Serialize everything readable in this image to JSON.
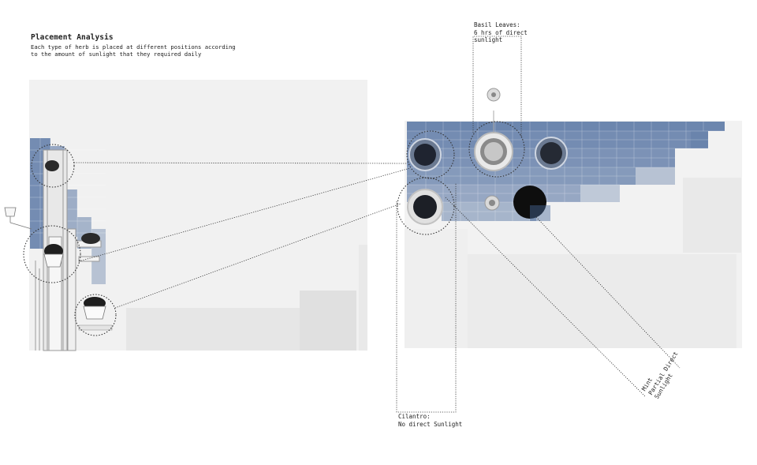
{
  "title": "Placement Analysis",
  "subtitle": "Each type of herb is placed at different positions according\nto the amount of sunlight that they required daily",
  "labels": {
    "basil": "Basil Leaves:\n6 hrs of direct\nsunlight",
    "cilantro": "Cilantro:\nNo direct Sunlight",
    "mint": "Mint\nPartial Direct\nSunlight"
  },
  "colors": {
    "sunlight_blue": "#4a6a9c",
    "panel_grey": "#f0f0f0",
    "leader_line": "#333333"
  }
}
